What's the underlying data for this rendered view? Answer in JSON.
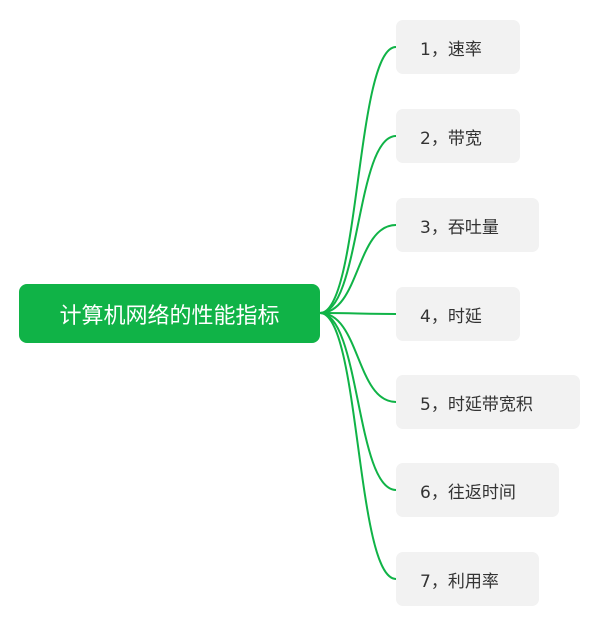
{
  "mindmap": {
    "root": {
      "label": "计算机网络的性能指标"
    },
    "children": [
      {
        "label": "1，速率"
      },
      {
        "label": "2，带宽"
      },
      {
        "label": "3，吞吐量"
      },
      {
        "label": "4，时延"
      },
      {
        "label": "5，时延带宽积"
      },
      {
        "label": "6，往返时间"
      },
      {
        "label": "7，利用率"
      }
    ]
  },
  "colors": {
    "root_fill": "#10b347",
    "root_text": "#ffffff",
    "child_fill": "#f2f2f2",
    "child_text": "#333333",
    "edge": "#10b347"
  }
}
